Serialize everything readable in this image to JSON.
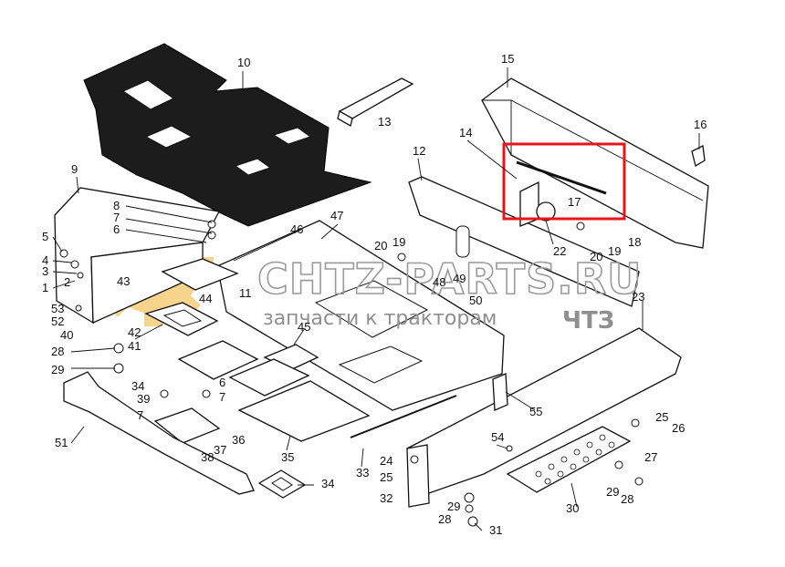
{
  "watermark": {
    "main": "CHTZ-PARTS.RU",
    "sub": "запчасти к тракторам",
    "suffix": "ЧТЗ",
    "color": "#8f8f8f",
    "gear_color": "#f2b230"
  },
  "highlight": {
    "color": "#e8141c"
  },
  "labels": [
    "10",
    "13",
    "15",
    "16",
    "14",
    "12",
    "9",
    "17",
    "8",
    "7",
    "6",
    "5",
    "4",
    "3",
    "2",
    "1",
    "53",
    "52",
    "22",
    "20",
    "19",
    "18",
    "46",
    "47",
    "20",
    "19",
    "48",
    "49",
    "50",
    "43",
    "11",
    "44",
    "42",
    "45",
    "40",
    "41",
    "28",
    "29",
    "23",
    "34",
    "39",
    "7",
    "6",
    "7",
    "37",
    "36",
    "38",
    "51",
    "55",
    "54",
    "25",
    "26",
    "24",
    "25",
    "32",
    "33",
    "35",
    "34",
    "29",
    "28",
    "31",
    "27",
    "29",
    "28",
    "30"
  ]
}
